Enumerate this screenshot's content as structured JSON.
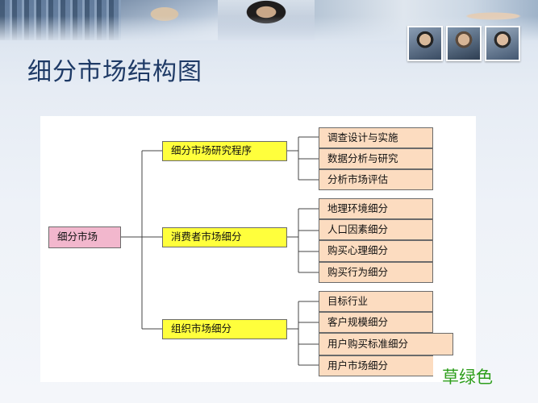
{
  "slide": {
    "title": "细分市场结构图",
    "caption": "草绿色"
  },
  "diagram": {
    "root": {
      "label": "细分市场"
    },
    "branches": [
      {
        "label": "细分市场研究程序",
        "children": [
          "调查设计与实施",
          "数据分析与研究",
          "分析市场评估"
        ]
      },
      {
        "label": "消费者市场细分",
        "children": [
          "地理环境细分",
          "人口因素细分",
          "购买心理细分",
          "购买行为细分"
        ]
      },
      {
        "label": "组织市场细分",
        "children": [
          "目标行业",
          "客户规模细分",
          "用户购买标准细分",
          "用户市场细分"
        ]
      }
    ]
  },
  "colors": {
    "root_fill": "#f2b7cd",
    "branch_fill": "#ffff3c",
    "leaf_fill": "#fcdcc0",
    "title_color": "#1e3a66",
    "caption_color": "#2e9e1c"
  }
}
